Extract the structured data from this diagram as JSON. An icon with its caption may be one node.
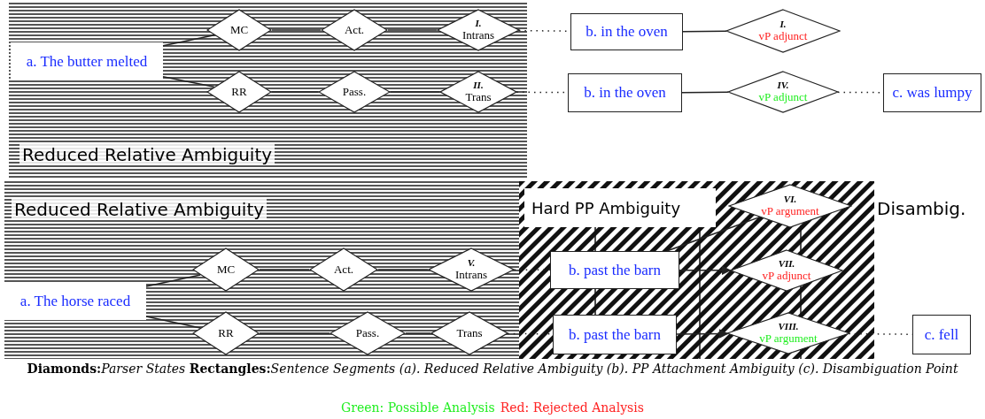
{
  "diagram": {
    "caption": "**Diamonds:**Parser States  **Rectangles:**Sentence Segments  (a). Reduced Relative Ambiguity  (b). PP Attachment Ambiguity  (c). Disambiguation Point",
    "nodes": [
      {
        "text": [
          "Reduced Relative Ambiguity"
        ]
      },
      {
        "text": [
          "a. The butter melted"
        ],
        "in": 0
      },
      {
        "text": [
          "MC"
        ],
        "in": 0
      },
      {
        "text": [
          "Act."
        ],
        "in": 0
      },
      {
        "text": [
          "I.",
          "Intrans"
        ],
        "in": 0
      },
      {
        "text": [
          "RR"
        ],
        "in": 0
      },
      {
        "text": [
          "Pass."
        ],
        "in": 0
      },
      {
        "text": [
          "II.",
          "Trans"
        ],
        "in": 0
      },
      {
        "text": [
          "b. in the oven"
        ]
      },
      {
        "text": [
          "I.",
          "vP adjunct"
        ]
      },
      {
        "text": [
          "b. in the oven"
        ]
      },
      {
        "text": [
          "IV.",
          "vP adjunct"
        ]
      },
      {
        "text": [
          "c. was lumpy"
        ]
      },
      {
        "text": [
          "Reduced Relative Ambiguity"
        ]
      },
      {
        "text": [
          "a. The horse raced"
        ],
        "in": 13
      },
      {
        "text": [
          "MC"
        ],
        "in": 13
      },
      {
        "text": [
          "Act."
        ],
        "in": 13
      },
      {
        "text": [
          "V.",
          "Intrans"
        ],
        "in": 13
      },
      {
        "text": [
          "RR"
        ],
        "in": 13
      },
      {
        "text": [
          "Pass."
        ],
        "in": 13
      },
      {
        "text": [
          "Trans"
        ],
        "in": 13
      },
      {
        "text": [
          "Hard PP Ambiguity"
        ]
      },
      {
        "text": [
          "VI.",
          "vP argument"
        ],
        "in": 21
      },
      {
        "text": [
          "b. past the barn"
        ],
        "in": 21
      },
      {
        "text": [
          "VII.",
          "vP adjunct"
        ],
        "in": 21
      },
      {
        "text": [
          "b. past the barn"
        ],
        "in": 21
      },
      {
        "text": [
          "VIII.",
          "vP argument"
        ],
        "in": 21
      },
      {
        "text": [
          "c. fell"
        ]
      }
    ],
    "edges": [
      {
        "from": 1,
        "to": 2,
        "arrow": "none"
      },
      {
        "from": 1,
        "to": 5,
        "arrow": "none"
      },
      {
        "from": 2,
        "to": 3,
        "arrow": "none"
      },
      {
        "from": 3,
        "to": 4,
        "arrow": "none"
      },
      {
        "from": 5,
        "to": 6,
        "arrow": "none"
      },
      {
        "from": 6,
        "to": 7,
        "arrow": "none"
      },
      {
        "from": 4,
        "to": 8,
        "arrow": "none",
        "style": "dashed"
      },
      {
        "from": 8,
        "to": 9,
        "arrow": "none"
      },
      {
        "from": 7,
        "to": 10,
        "arrow": "none",
        "style": "dashed"
      },
      {
        "from": 10,
        "to": 11,
        "arrow": "none"
      },
      {
        "from": 11,
        "to": 12,
        "arrow": "none",
        "style": "dashed"
      },
      {
        "from": 14,
        "to": 15,
        "arrow": "none"
      },
      {
        "from": 14,
        "to": 18,
        "arrow": "none"
      },
      {
        "from": 15,
        "to": 16,
        "arrow": "none"
      },
      {
        "from": 16,
        "to": 17,
        "arrow": "none"
      },
      {
        "from": 18,
        "to": 19,
        "arrow": "none"
      },
      {
        "from": 19,
        "to": 20,
        "arrow": "none"
      },
      {
        "from": 17,
        "to": 23,
        "arrow": "none",
        "style": "dashed"
      },
      {
        "from": 20,
        "to": 25,
        "arrow": "none",
        "style": "dashed"
      },
      {
        "from": 23,
        "to": 22,
        "arrow": "none"
      },
      {
        "from": 23,
        "to": 24,
        "arrow": "to"
      },
      {
        "from": 25,
        "to": 26,
        "arrow": "to"
      },
      {
        "from": 26,
        "to": 27,
        "arrow": "none",
        "style": "dashed"
      }
    ],
    "labels": [
      "Disambig."
    ],
    "legend": [
      {
        "text": "Green: Possible Analysis",
        "color": "#22ee22"
      },
      {
        "text": "Red: Rejected Analysis",
        "color": "#ff2222"
      }
    ]
  }
}
